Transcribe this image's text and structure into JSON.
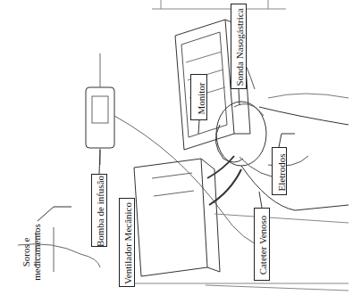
{
  "diagram": {
    "nodes": [
      {
        "text": [
          "Monitor"
        ]
      },
      {
        "text": [
          "Sonda Nasogástrica"
        ]
      },
      {
        "text": [
          "Bomba de infusão"
        ]
      },
      {
        "text": [
          "Ventilador Mecânico"
        ]
      },
      {
        "text": [
          "Cateter Venoso"
        ]
      },
      {
        "text": [
          "Eletrodos"
        ]
      }
    ],
    "labels": [
      "Soros e medicamentos"
    ]
  }
}
